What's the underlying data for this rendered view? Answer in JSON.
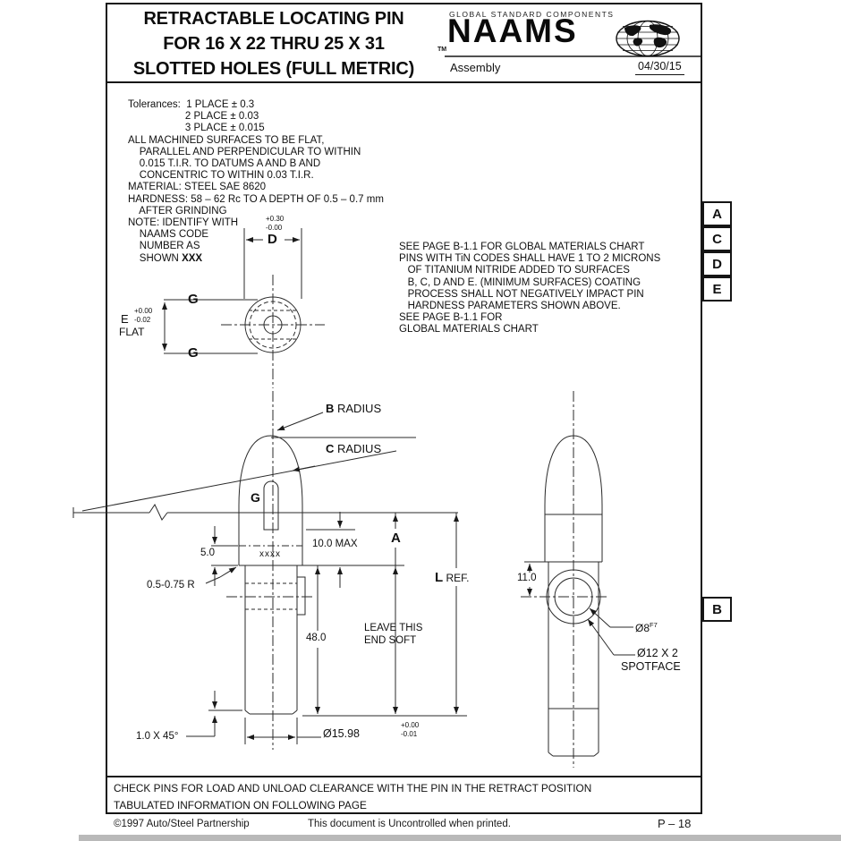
{
  "header": {
    "title_line1": "RETRACTABLE LOCATING PIN",
    "title_line2": "FOR 16 X 22 THRU 25 X 31",
    "title_line3": "SLOTTED HOLES (FULL METRIC)",
    "trademark": "TM",
    "tagline": "GLOBAL STANDARD COMPONENTS",
    "brand": "NAAMS",
    "subtitle": "Assembly",
    "date": "04/30/15"
  },
  "datums": {
    "box1": "A",
    "box2": "C",
    "box3": "D",
    "box4": "E",
    "box5": "B"
  },
  "notes_left": {
    "lines": [
      "Tolerances:  1 PLACE ± 0.3",
      "                    2 PLACE ± 0.03",
      "                    3 PLACE ± 0.015",
      "ALL MACHINED SURFACES TO BE FLAT,",
      "    PARALLEL AND PERPENDICULAR TO WITHIN",
      "    0.015 T.I.R. TO DATUMS A AND B AND",
      "    CONCENTRIC TO WITHIN 0.03 T.I.R.",
      "MATERIAL: STEEL SAE 8620",
      "HARDNESS: 58 – 62 Rc TO A DEPTH OF 0.5 – 0.7 mm",
      "    AFTER GRINDING",
      "NOTE: IDENTIFY WITH",
      "    NAAMS CODE",
      "    NUMBER AS",
      "    SHOWN "
    ],
    "shown_bold": "XXX"
  },
  "notes_right": {
    "lines": [
      "SEE PAGE B-1.1 FOR GLOBAL MATERIALS CHART",
      "PINS WITH TiN CODES SHALL HAVE 1 TO 2 MICRONS",
      "   OF TITANIUM NITRIDE ADDED TO SURFACES",
      "   B, C, D AND E. (MINIMUM SURFACES) COATING",
      "   PROCESS SHALL NOT NEGATIVELY IMPACT PIN",
      "   HARDNESS PARAMETERS SHOWN ABOVE.",
      "SEE PAGE B-1.1 FOR",
      "GLOBAL MATERIALS CHART"
    ]
  },
  "annotations": {
    "d_label": "D",
    "d_tol_plus": "+0.30",
    "d_tol_minus": "-0.00",
    "g_top": "G",
    "g_bottom": "G",
    "e_label": "E",
    "e_tol_plus": "+0.00",
    "e_tol_minus": "-0.02",
    "e_flat": "FLAT",
    "b_radius_letter": "B",
    "b_radius_text": " RADIUS",
    "c_radius_letter": "C",
    "c_radius_text": " RADIUS",
    "g_slot": "G",
    "dim_5": "5.0",
    "marking": "xxxx",
    "dim_10max": "10.0 MAX",
    "a_label": "A",
    "radius_note": "0.5-0.75 R",
    "dim_48": "48.0",
    "soft_line1": "LEAVE THIS",
    "soft_line2": "END SOFT",
    "l_label": "L",
    "l_ref": " REF.",
    "dim_11": "11.0",
    "dia8": "Ø8",
    "dia8_fit": "F7",
    "dia12": "Ø12 X 2",
    "spotface": "SPOTFACE",
    "chamfer": "1.0 X 45°",
    "dia1598": "Ø15.98",
    "dia1598_plus": "+0.00",
    "dia1598_minus": "-0.01"
  },
  "footer": {
    "note1": "CHECK PINS FOR LOAD AND UNLOAD CLEARANCE WITH THE PIN IN THE RETRACT POSITION",
    "note2": "TABULATED INFORMATION ON FOLLOWING PAGE",
    "copyright": "©1997 Auto/Steel Partnership",
    "uncontrolled": "This document is Uncontrolled when printed.",
    "page": "P – 18"
  }
}
